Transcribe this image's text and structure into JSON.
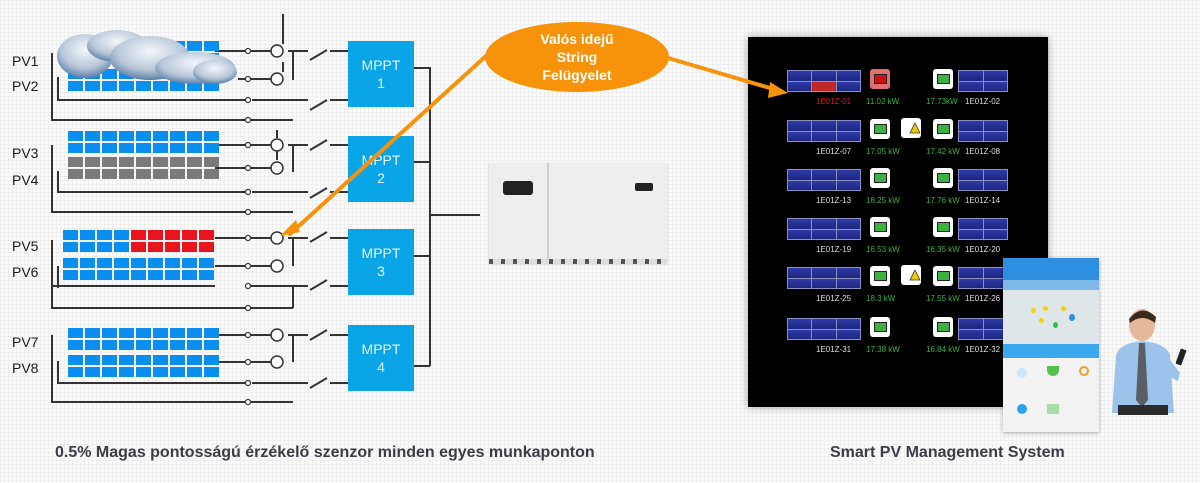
{
  "diagram": {
    "strings": [
      {
        "label": "PV1",
        "status": "shaded"
      },
      {
        "label": "PV2",
        "status": "shaded"
      },
      {
        "label": "PV3",
        "status": "normal"
      },
      {
        "label": "PV4",
        "status": "inactive"
      },
      {
        "label": "PV5",
        "status": "partial-fault"
      },
      {
        "label": "PV6",
        "status": "normal"
      },
      {
        "label": "PV7",
        "status": "normal"
      },
      {
        "label": "PV8",
        "status": "normal"
      }
    ],
    "mppts": [
      {
        "title": "MPPT",
        "number": "1"
      },
      {
        "title": "MPPT",
        "number": "2"
      },
      {
        "title": "MPPT",
        "number": "3"
      },
      {
        "title": "MPPT",
        "number": "4"
      }
    ],
    "callout": {
      "line1": "Valós idejű",
      "line2": "String",
      "line3": "Felügyelet"
    },
    "colors": {
      "panel": "#0a8ff0",
      "panel_fault": "#e8141e",
      "panel_inactive": "#7a7a7a",
      "mppt": "#0aa5e6",
      "callout": "#f7930a"
    }
  },
  "dashboard": {
    "rows": [
      {
        "left_id": "1E01Z-01",
        "left_kw": "11.02 kW",
        "right_kw": "17.73kW",
        "right_id": "1E01Z-02",
        "left_alert": true,
        "warning": false
      },
      {
        "left_id": "1E01Z-07",
        "left_kw": "17.05 kW",
        "right_kw": "17.42 kW",
        "right_id": "1E01Z-08",
        "left_alert": false,
        "warning": true
      },
      {
        "left_id": "1E01Z-13",
        "left_kw": "18.25 kW",
        "right_kw": "17.76 kW",
        "right_id": "1E01Z-14",
        "left_alert": false,
        "warning": false
      },
      {
        "left_id": "1E01Z-19",
        "left_kw": "16.53 kW",
        "right_kw": "16.35 kW",
        "right_id": "1E01Z-20",
        "left_alert": false,
        "warning": false
      },
      {
        "left_id": "1E01Z-25",
        "left_kw": "18.3 kW",
        "right_kw": "17.55 kW",
        "right_id": "1E01Z-26",
        "left_alert": false,
        "warning": true
      },
      {
        "left_id": "1E01Z-31",
        "left_kw": "17.38 kW",
        "right_kw": "16.84 kW",
        "right_id": "1E01Z-32",
        "left_alert": false,
        "warning": false
      }
    ]
  },
  "captions": {
    "left": "0.5%  Magas pontosságú érzékelő szenzor minden egyes munkaponton",
    "right": "Smart PV Management System"
  }
}
